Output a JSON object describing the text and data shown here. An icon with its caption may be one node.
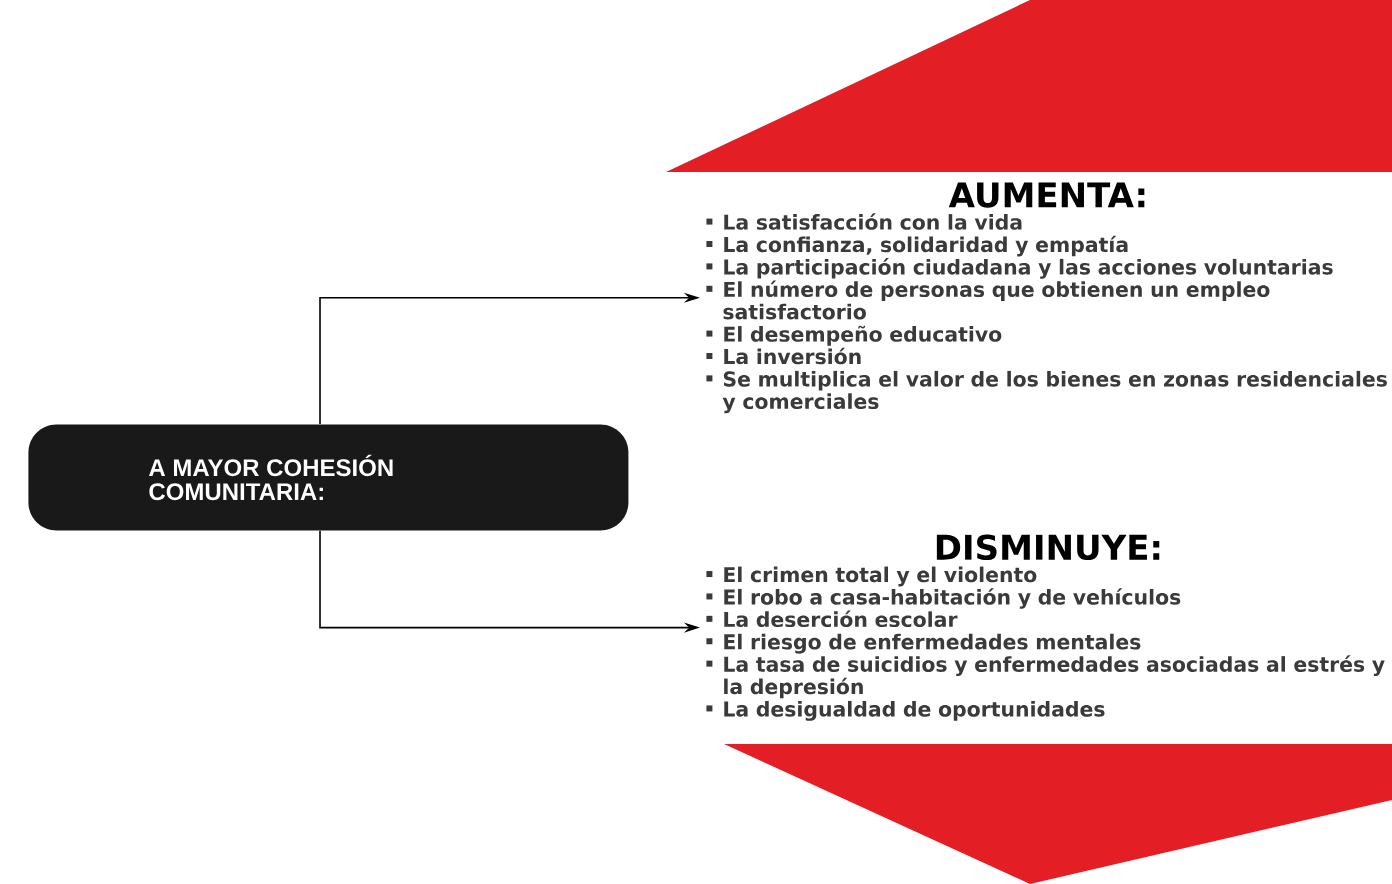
{
  "diagram": {
    "nodes": [
      {
        "text": [
          "A MAYOR COHESIÓN COMUNITARIA:"
        ]
      },
      {
        "text": [
          "AUMENTA:",
          "La satisfacción con la vida",
          "La confianza, solidaridad y empatía",
          "La participación ciudadana y las acciones voluntarias",
          "El número de personas que obtienen un empleo satisfactorio",
          "El desempeño educativo",
          "La inversión",
          "Se multiplica el valor de los bienes en zonas residenciales y comerciales"
        ]
      },
      {
        "text": [
          "DISMINUYE:",
          "El crimen total y el violento",
          "El robo a casa-habitación y de vehículos",
          "La deserción escolar",
          "El riesgo de enfermedades mentales",
          "La tasa de suicidios y enfermedades asociadas al estrés y la depresión",
          "La desigualdad de oportunidades"
        ]
      }
    ],
    "edges": [
      {
        "from": 0,
        "to": 1,
        "arrow": "to"
      },
      {
        "from": 0,
        "to": 2,
        "arrow": "to"
      }
    ]
  }
}
